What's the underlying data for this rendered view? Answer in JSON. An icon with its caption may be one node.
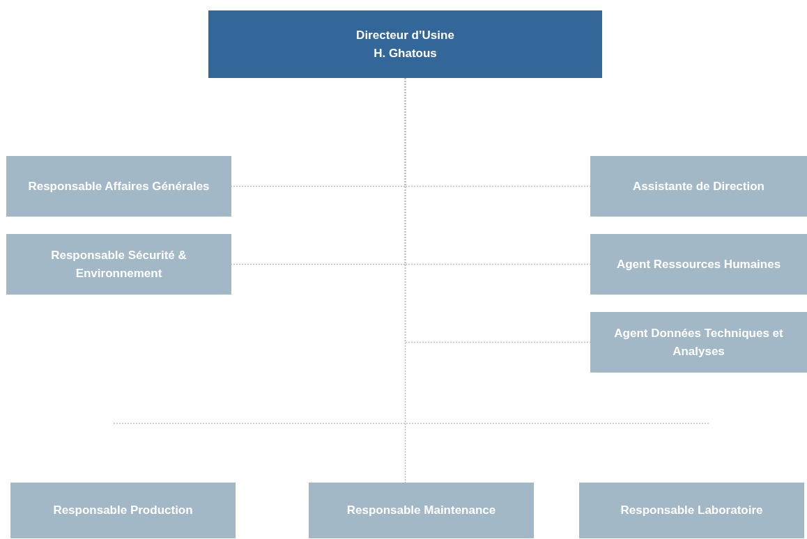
{
  "diagram": {
    "nodes": [
      {
        "text": [
          "Directeur d’Usine",
          "H. Ghatous"
        ]
      },
      {
        "text": [
          "Responsable Affaires Générales"
        ]
      },
      {
        "text": [
          "Assistante de Direction"
        ]
      },
      {
        "text": [
          "Responsable Sécurité & Environnement"
        ]
      },
      {
        "text": [
          "Agent Ressources Humaines"
        ]
      },
      {
        "text": [
          "Agent Données Techniques et Analyses"
        ]
      },
      {
        "text": [
          "Responsable Production"
        ]
      },
      {
        "text": [
          "Responsable Maintenance"
        ]
      },
      {
        "text": [
          "Responsable Laboratoire"
        ]
      }
    ],
    "edges": [
      {
        "from": 0,
        "to": 1,
        "arrow": "none"
      },
      {
        "from": 0,
        "to": 2,
        "arrow": "none"
      },
      {
        "from": 0,
        "to": 3,
        "arrow": "none"
      },
      {
        "from": 0,
        "to": 4,
        "arrow": "none"
      },
      {
        "from": 0,
        "to": 5,
        "arrow": "none"
      },
      {
        "from": 0,
        "to": 7,
        "arrow": "none"
      }
    ]
  }
}
